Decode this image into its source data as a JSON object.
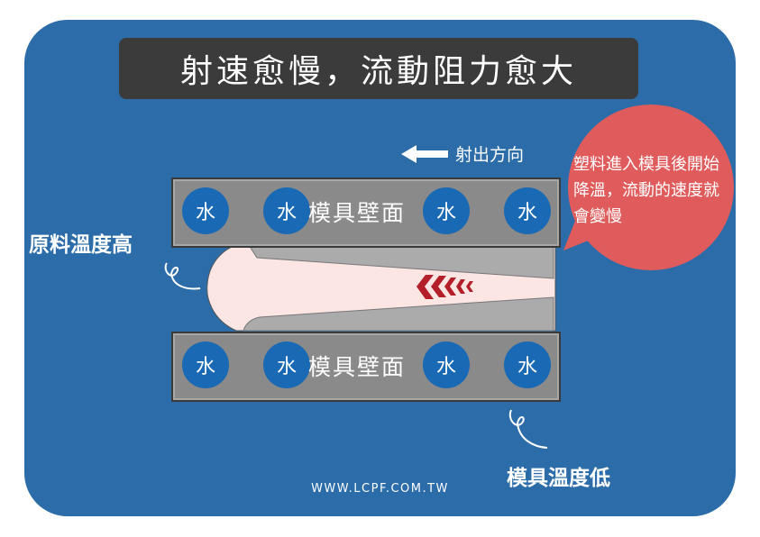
{
  "title": "射速愈慢，流動阻力愈大",
  "direction_label": "射出方向",
  "bubble_text": "塑料進入模具後開始降溫，流動的速度就會變慢",
  "top_plate": {
    "label": "模具壁面",
    "water": [
      "水",
      "水",
      "水",
      "水"
    ]
  },
  "bottom_plate": {
    "label": "模具壁面",
    "water": [
      "水",
      "水",
      "水",
      "水"
    ]
  },
  "material_label": "原料溫度高",
  "mold_label": "模具溫度低",
  "website": "WWW.LCPF.COM.TW",
  "colors": {
    "background": "#2b6ca9",
    "title_bg": "#3b3b3b",
    "bubble": "#e05c5c",
    "water": "#1a69b5",
    "arrows": "#b3202a"
  }
}
